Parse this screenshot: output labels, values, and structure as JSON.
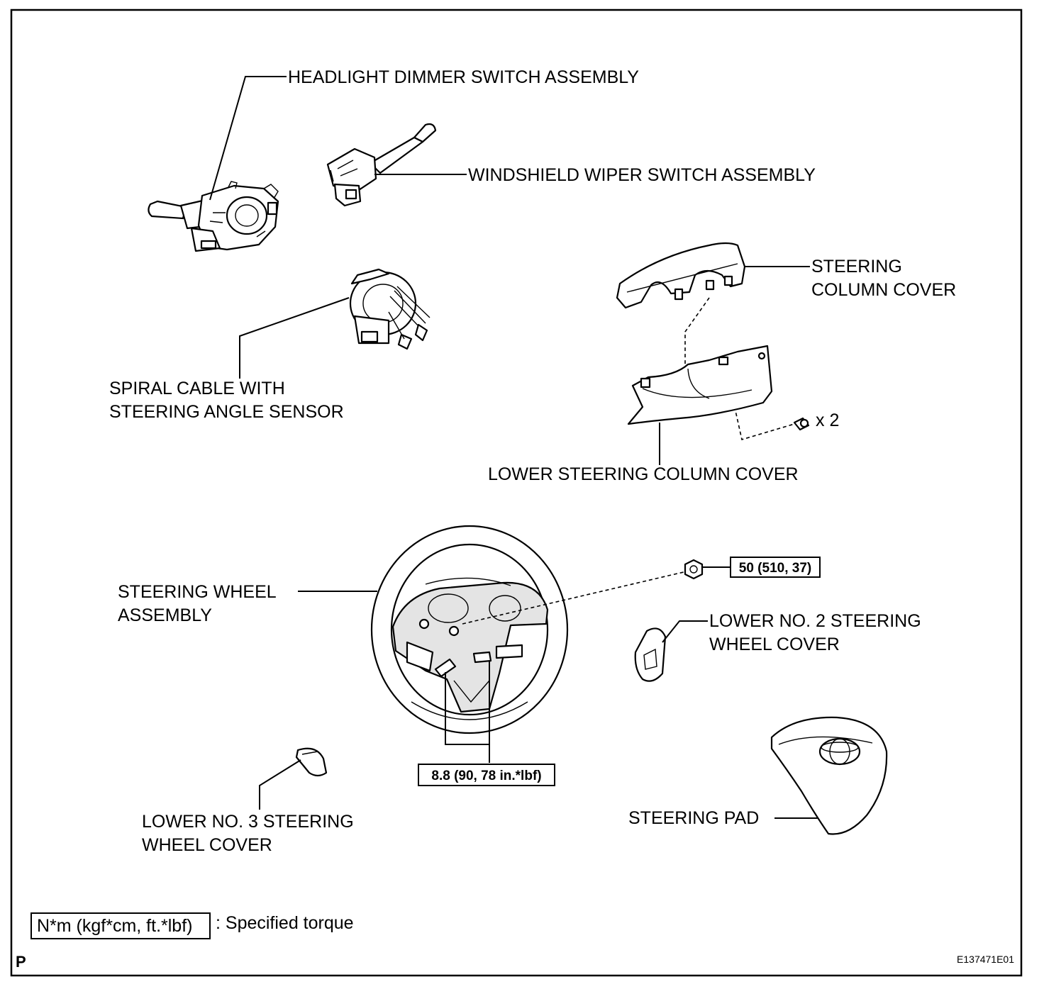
{
  "labels": {
    "headlight": "HEADLIGHT DIMMER SWITCH ASSEMBLY",
    "wiper": "WINDSHIELD WIPER SWITCH ASSEMBLY",
    "column_cover_1": "STEERING",
    "column_cover_2": "COLUMN COVER",
    "spiral_1": "SPIRAL CABLE WITH",
    "spiral_2": "STEERING ANGLE SENSOR",
    "screw_qty": "x 2",
    "lower_column_cover": "LOWER STEERING COLUMN COVER",
    "wheel_1": "STEERING WHEEL",
    "wheel_2": "ASSEMBLY",
    "lower2_1": "LOWER NO. 2 STEERING",
    "lower2_2": "WHEEL COVER",
    "lower3_1": "LOWER NO. 3 STEERING",
    "lower3_2": "WHEEL COVER",
    "pad": "STEERING PAD"
  },
  "torque": {
    "nut": "50 (510, 37)",
    "bolts": "8.8 (90, 78 in.*lbf)"
  },
  "legend": {
    "box": "N*m (kgf*cm, ft.*lbf)",
    "text": ": Specified torque"
  },
  "footer": {
    "left": "P",
    "right": "E137471E01"
  }
}
